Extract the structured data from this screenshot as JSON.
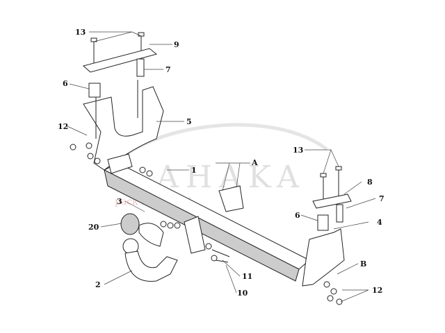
{
  "diagram": {
    "watermark": {
      "brand": "AHAKA",
      "tagline": "pack and travel"
    },
    "labels": {
      "l13a": "13",
      "l9": "9",
      "l7a": "7",
      "l6a": "6",
      "l5": "5",
      "l12a": "12",
      "l1": "1",
      "lA": "A",
      "l3": "3",
      "l20": "20",
      "l2": "2",
      "l11": "11",
      "l10": "10",
      "l13b": "13",
      "l8": "8",
      "l7b": "7",
      "l6b": "6",
      "l4": "4",
      "lB": "B",
      "l12b": "12"
    }
  }
}
